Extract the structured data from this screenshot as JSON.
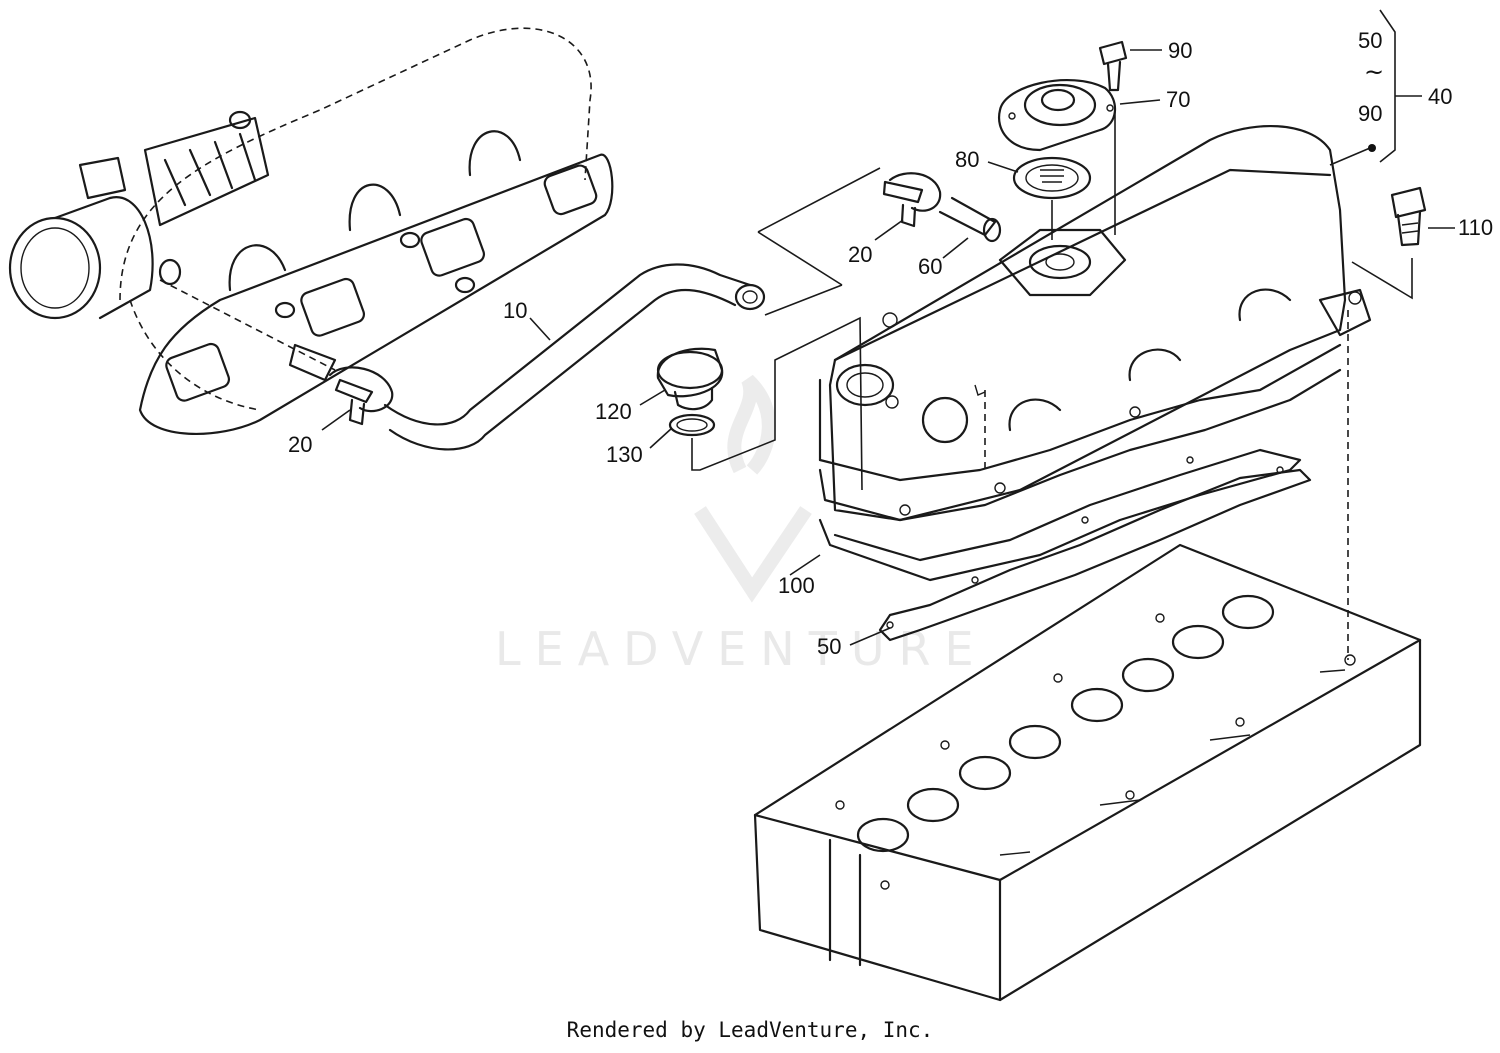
{
  "watermark": {
    "text": "LEADVENTURE"
  },
  "credit": "Rendered by LeadVenture, Inc.",
  "callouts": [
    {
      "id": "10",
      "text": "10"
    },
    {
      "id": "20a",
      "text": "20"
    },
    {
      "id": "20b",
      "text": "20"
    },
    {
      "id": "40",
      "text": "40"
    },
    {
      "id": "50a",
      "text": "50"
    },
    {
      "id": "50b",
      "text": "50"
    },
    {
      "id": "60",
      "text": "60"
    },
    {
      "id": "70",
      "text": "70"
    },
    {
      "id": "80",
      "text": "80"
    },
    {
      "id": "90a",
      "text": "90"
    },
    {
      "id": "90b",
      "text": "90"
    },
    {
      "id": "100",
      "text": "100"
    },
    {
      "id": "110",
      "text": "110"
    },
    {
      "id": "120",
      "text": "120"
    },
    {
      "id": "130",
      "text": "130"
    }
  ],
  "range_symbol": "~"
}
